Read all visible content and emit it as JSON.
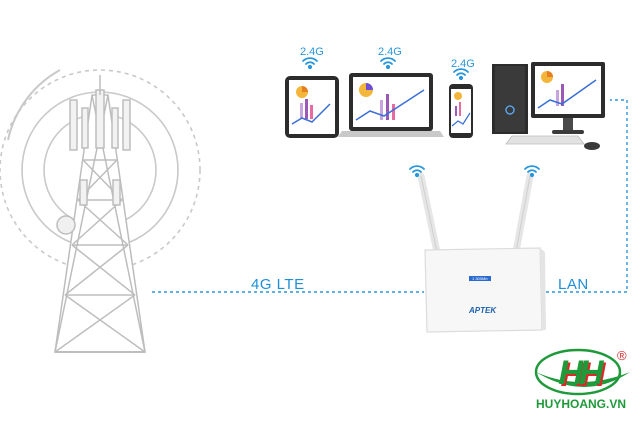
{
  "labels": {
    "lte": "4G LTE",
    "lan": "LAN"
  },
  "wifi": {
    "tablet": "2.4G",
    "laptop": "2.4G",
    "phone": "2.4G"
  },
  "router": {
    "brand": "APTEK",
    "badge": "1 300Mb"
  },
  "logo": {
    "mark": "HH",
    "site": "HUYHOANG.VN",
    "registered": "®"
  },
  "colors": {
    "accent": "#1f8fd6",
    "brand_green": "#1f9a3a",
    "brand_red": "#d92a2a"
  },
  "icons": [
    "cell-tower-icon",
    "wifi-icon",
    "tablet-icon",
    "laptop-icon",
    "phone-icon",
    "desktop-pc-icon",
    "router-icon"
  ]
}
